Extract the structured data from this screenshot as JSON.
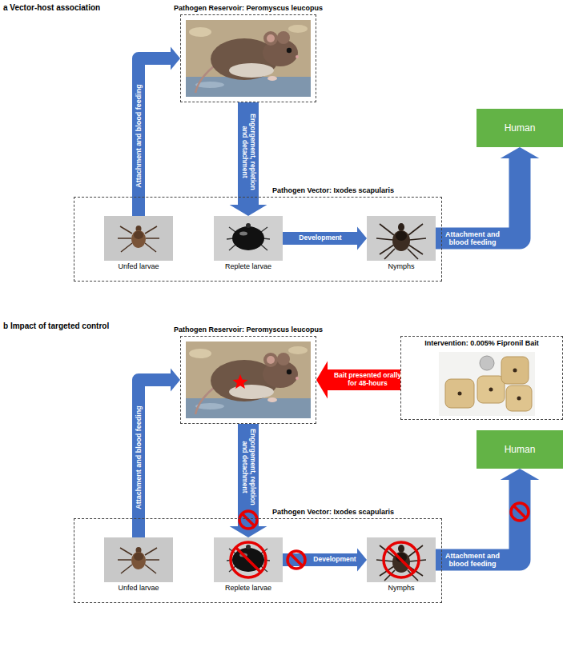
{
  "diagram": {
    "nodes": [
      {
        "text": [
          "Pathogen Reservoir: Peromyscus leucopus"
        ]
      },
      {
        "text": [
          "Human"
        ]
      },
      {
        "text": [
          "Pathogen Vector: Ixodes scapularis"
        ]
      },
      {
        "text": [
          "Unfed larvae"
        ],
        "in": 2
      },
      {
        "text": [
          "Replete larvae"
        ],
        "in": 2
      },
      {
        "text": [
          "Nymphs"
        ],
        "in": 2
      },
      {
        "text": [
          "Pathogen Reservoir: Peromyscus leucopus"
        ]
      },
      {
        "text": [
          "Intervention: 0.005% Fipronil Bait"
        ]
      },
      {
        "text": [
          "Human"
        ]
      },
      {
        "text": [
          "Pathogen Vector: Ixodes scapularis"
        ]
      },
      {
        "text": [
          "Unfed larvae"
        ],
        "in": 9
      },
      {
        "text": [
          "Replete larvae"
        ],
        "in": 9
      },
      {
        "text": [
          "Nymphs"
        ],
        "in": 9
      }
    ],
    "edges": [
      {
        "from": 3,
        "to": 0,
        "arrow": "to",
        "label": "Attachment and blood feeding"
      },
      {
        "from": 0,
        "to": 4,
        "arrow": "to",
        "label": "Engorgement, repletion and detachment"
      },
      {
        "from": 4,
        "to": 5,
        "arrow": "to",
        "label": "Development"
      },
      {
        "from": 5,
        "to": 1,
        "arrow": "to",
        "label": "Attachment and blood feeding"
      },
      {
        "from": 10,
        "to": 6,
        "arrow": "to",
        "label": "Attachment and blood feeding"
      },
      {
        "from": 7,
        "to": 6,
        "arrow": "to",
        "label": "Bait presented orally for 48-hours"
      },
      {
        "from": 6,
        "to": 11,
        "arrow": "to",
        "label": "Engorgement, repletion and detachment"
      },
      {
        "from": 11,
        "to": 12,
        "arrow": "to",
        "label": "Development"
      },
      {
        "from": 12,
        "to": 8,
        "arrow": "to",
        "label": "Attachment and blood feeding"
      }
    ],
    "labels": [
      "a Vector-host association",
      "b Impact of targeted control"
    ]
  }
}
